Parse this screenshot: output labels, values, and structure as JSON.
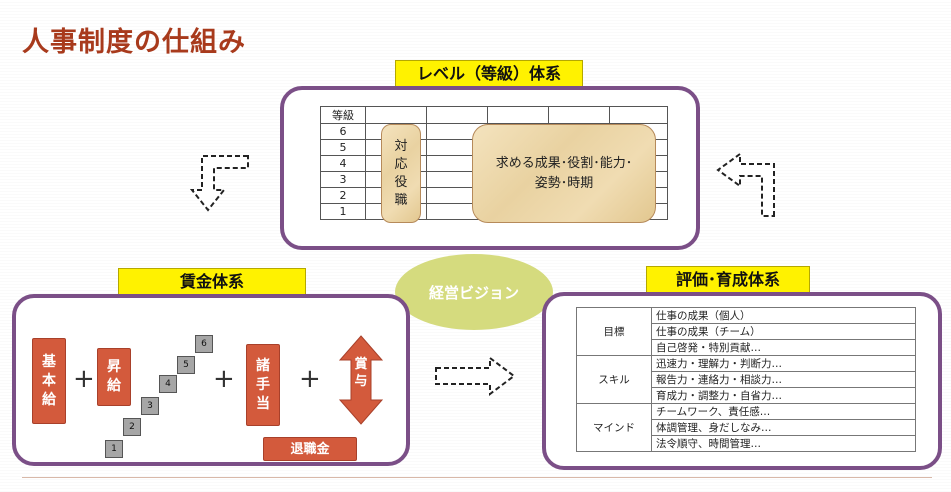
{
  "title": "人事制度の仕組み",
  "level_system": {
    "label": "レベル（等級）体系",
    "grade_header": "等級",
    "grades": [
      "6",
      "5",
      "4",
      "3",
      "2",
      "1"
    ],
    "role_label": "対応役職",
    "role_label_lines": [
      "対",
      "応",
      "役",
      "職"
    ],
    "requirement_lines": [
      "求める成果･役割･能力･",
      "姿勢･時期"
    ]
  },
  "center": {
    "vision": "経営ビジョン"
  },
  "wage_system": {
    "label": "賃金体系",
    "base_pay": [
      "基",
      "本",
      "給"
    ],
    "raise": [
      "昇",
      "給"
    ],
    "allowance": [
      "諸",
      "手",
      "当"
    ],
    "bonus": [
      "賞",
      "与"
    ],
    "retirement": "退職金",
    "steps": [
      "1",
      "2",
      "3",
      "4",
      "5",
      "6"
    ],
    "plus": "+"
  },
  "evaluation_system": {
    "label": "評価･育成体系",
    "categories": [
      {
        "name": "目標",
        "items": [
          "仕事の成果（個人）",
          "仕事の成果（チーム）",
          "自己啓発・特別貢献…"
        ]
      },
      {
        "name": "スキル",
        "items": [
          "迅速力・理解力・判断力…",
          "報告力・連絡力・相談力…",
          "育成力・調整力・自省力…"
        ]
      },
      {
        "name": "マインド",
        "items": [
          "チームワーク、責任感…",
          "体調管理、身だしなみ…",
          "法令順守、時間管理…"
        ]
      }
    ]
  },
  "colors": {
    "title": "#a83a1c",
    "label_bg": "#fff200",
    "panel_border": "#7b4f87",
    "red_block": "#d35a3c",
    "vision_ellipse": "#d5db7e"
  }
}
